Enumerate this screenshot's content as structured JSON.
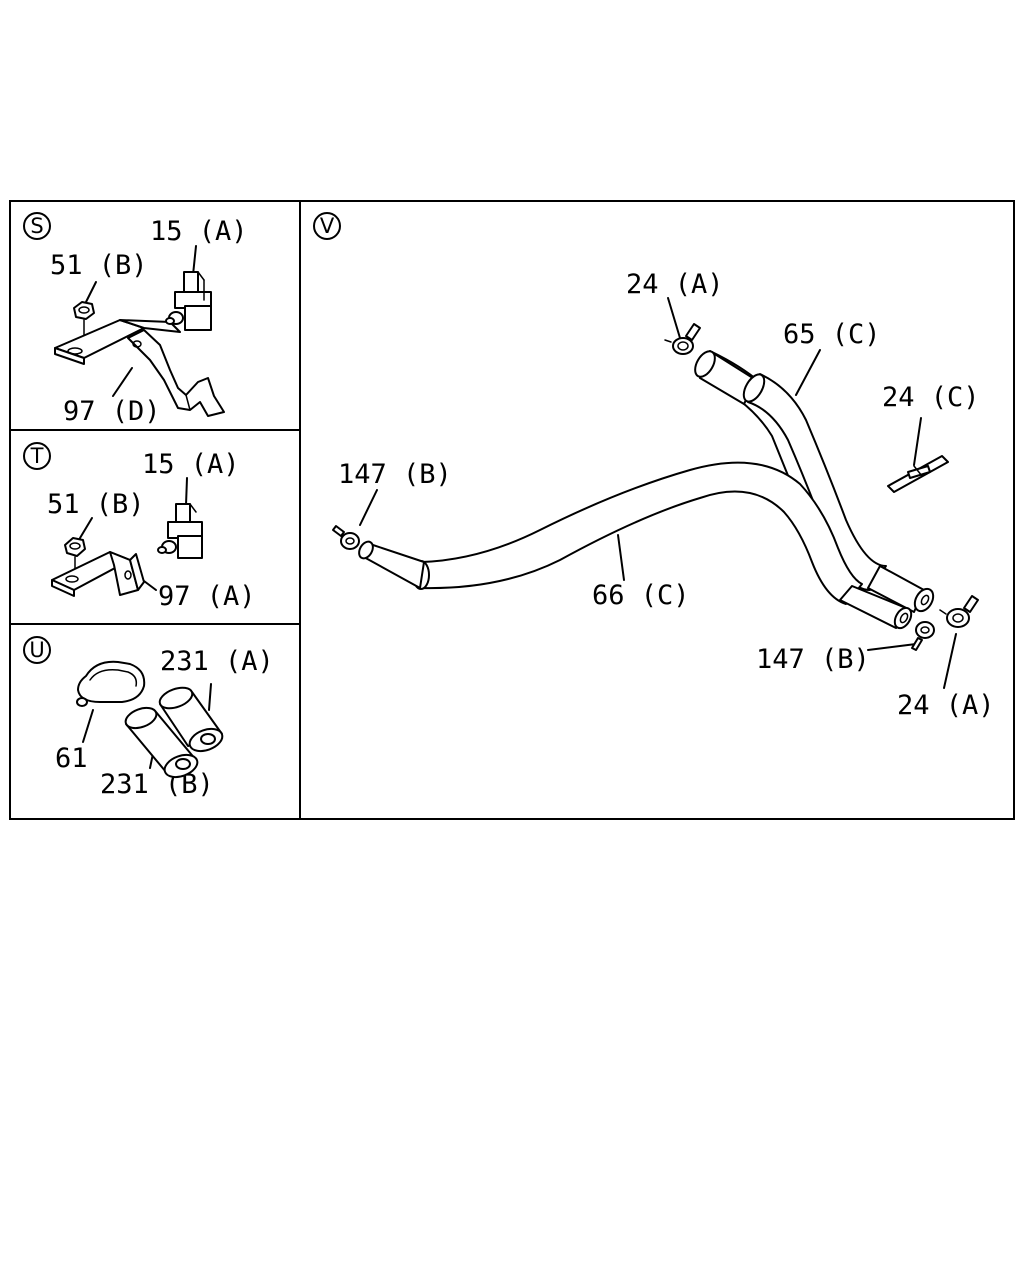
{
  "sections": {
    "s": {
      "marker": "S",
      "labels": {
        "clip": "15 (A)",
        "nut": "51 (B)",
        "bracket": "97 (D)"
      }
    },
    "t": {
      "marker": "T",
      "labels": {
        "clip": "15 (A)",
        "nut": "51 (B)",
        "bracket": "97 (A)"
      }
    },
    "u": {
      "marker": "U",
      "labels": {
        "grommet": "61",
        "tube_a": "231 (A)",
        "tube_b": "231 (B)"
      }
    },
    "v": {
      "marker": "V",
      "labels": {
        "clamp_top": "24 (A)",
        "hose_upper": "65 (C)",
        "band": "24 (C)",
        "clamp_left": "147 (B)",
        "hose_lower": "66 (C)",
        "clamp_right_lower": "147 (B)",
        "clamp_right": "24 (A)"
      }
    }
  }
}
